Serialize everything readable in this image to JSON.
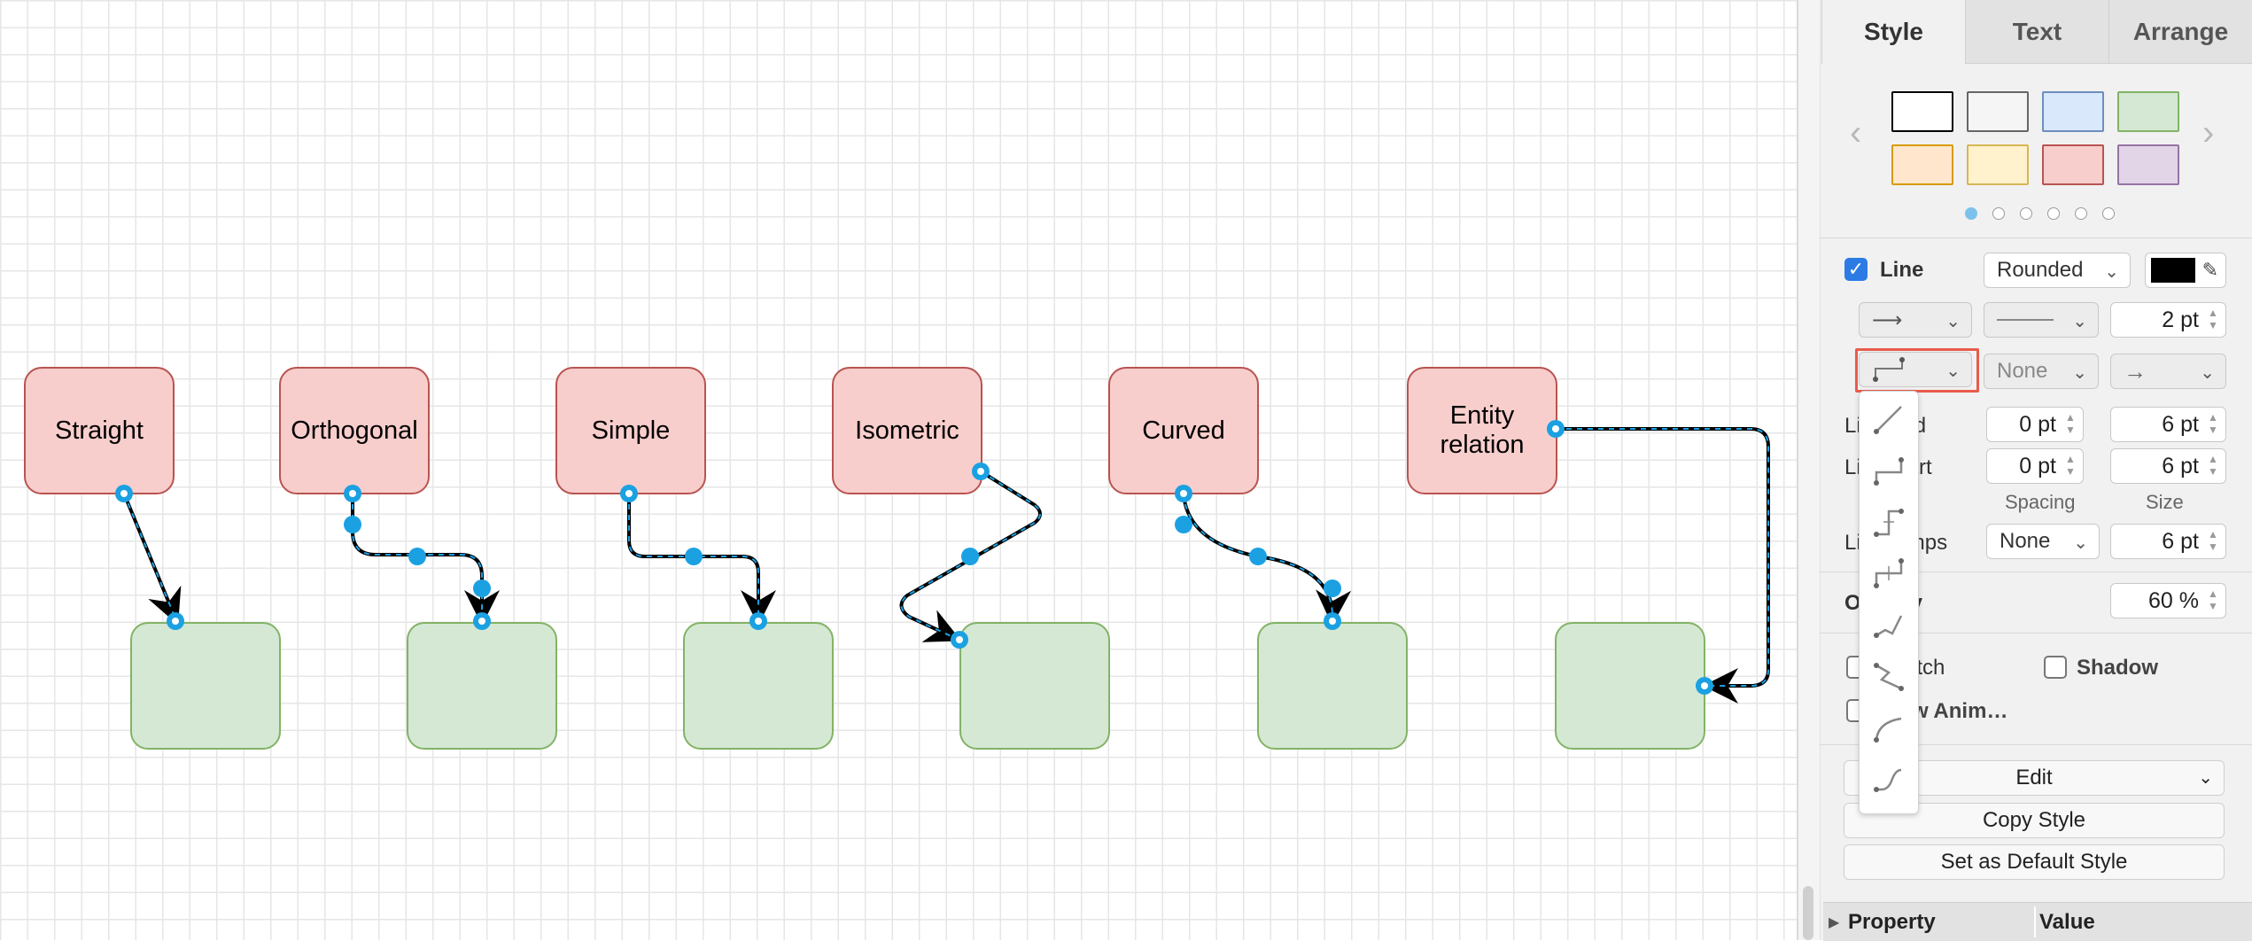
{
  "diagram": {
    "nodes": [
      {
        "id": "straight",
        "label": "Straight"
      },
      {
        "id": "orthogonal",
        "label": "Orthogonal"
      },
      {
        "id": "simple",
        "label": "Simple"
      },
      {
        "id": "isometric",
        "label": "Isometric"
      },
      {
        "id": "curved",
        "label": "Curved"
      },
      {
        "id": "entity",
        "label": "Entity relation"
      }
    ],
    "colors": {
      "source_fill": "#f8cecc",
      "source_stroke": "#b85450",
      "target_fill": "#d5e8d4",
      "target_stroke": "#82b366",
      "selection": "#1ba1e2"
    }
  },
  "panel": {
    "tabs": [
      "Style",
      "Text",
      "Arrange"
    ],
    "swatches": [
      {
        "fill": "#ffffff",
        "stroke": "#000000"
      },
      {
        "fill": "#f5f5f5",
        "stroke": "#666666"
      },
      {
        "fill": "#dae8fc",
        "stroke": "#6c8ebf"
      },
      {
        "fill": "#d5e8d4",
        "stroke": "#82b366"
      },
      {
        "fill": "#ffe6cc",
        "stroke": "#d79b00"
      },
      {
        "fill": "#fff2cc",
        "stroke": "#d6b656"
      },
      {
        "fill": "#f8cecc",
        "stroke": "#b85450"
      },
      {
        "fill": "#e1d5e7",
        "stroke": "#9673a6"
      }
    ],
    "line": {
      "label": "Line",
      "checked": true,
      "style": "Rounded",
      "color": "#000000",
      "width": "2 pt",
      "line_start": "None",
      "line_end_label": "Line end",
      "line_end_spacing": "0 pt",
      "line_end_size": "6 pt",
      "line_start_label": "Line start",
      "line_start_spacing": "0 pt",
      "line_start_size": "6 pt",
      "spacing_label": "Spacing",
      "size_label": "Size",
      "line_jumps_label": "Line jumps",
      "line_jumps": "None",
      "line_jumps_size": "6 pt"
    },
    "opacity": {
      "label": "Opacity",
      "value": "60 %"
    },
    "sketch_label": "Sketch",
    "shadow_label": "Shadow",
    "flow_anim_label": "Flow Animation",
    "edit_label": "Edit",
    "copy_style_label": "Copy Style",
    "default_style_label": "Set as Default Style",
    "property_header": "Property",
    "value_header": "Value"
  },
  "waypoint_menu": [
    "straight",
    "orthogonal",
    "horizontal-elbow",
    "vertical-elbow",
    "isometric-horizontal",
    "isometric-vertical",
    "curved",
    "entity-relation"
  ]
}
